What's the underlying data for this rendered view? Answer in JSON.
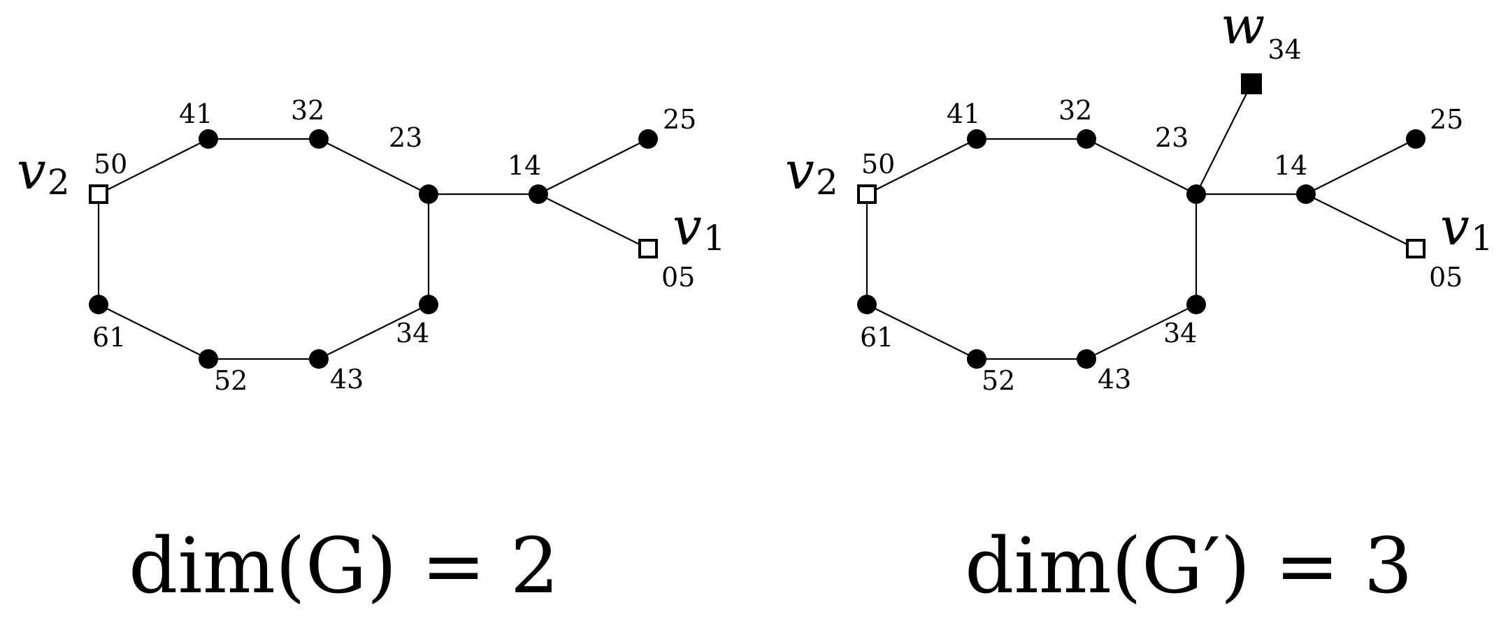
{
  "graphs": [
    {
      "node_labels": {
        "n41": "41",
        "n32": "32",
        "n23": "23",
        "n14": "14",
        "n25": "25",
        "n50": "50",
        "n05": "05",
        "n61": "61",
        "n34": "34",
        "n52": "52",
        "n43": "43"
      },
      "v2": {
        "letter": "v",
        "sub": "2"
      },
      "v1": {
        "letter": "v",
        "sub": "1"
      },
      "caption": "dim(G) = 2"
    },
    {
      "node_labels": {
        "n41": "41",
        "n32": "32",
        "n23": "23",
        "n14": "14",
        "n25": "25",
        "n50": "50",
        "n05": "05",
        "n61": "61",
        "n34": "34",
        "n52": "52",
        "n43": "43"
      },
      "v2": {
        "letter": "v",
        "sub": "2"
      },
      "v1": {
        "letter": "v",
        "sub": "1"
      },
      "w": {
        "letter": "w",
        "sub": "34"
      },
      "caption": "dim(G′) = 3"
    }
  ]
}
